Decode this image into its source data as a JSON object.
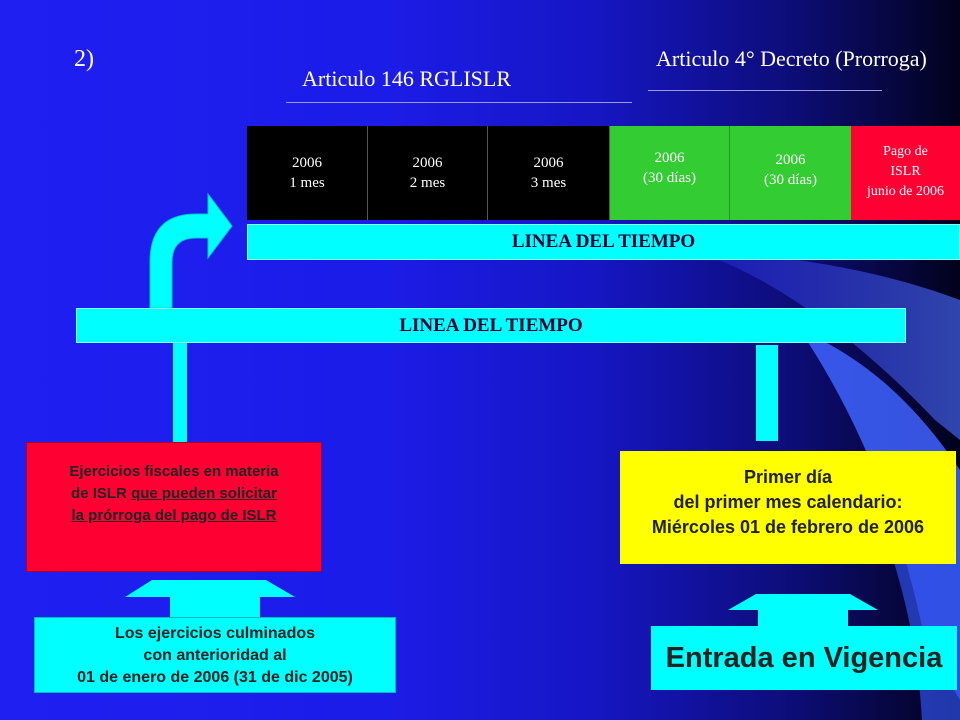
{
  "slide": {
    "number": "2)",
    "article_146": "Articulo 146 RGLISLR",
    "article_4": "Articulo 4° Decreto (Prorroga)"
  },
  "timeline_top": {
    "label": "LINEA DEL TIEMPO",
    "cells": [
      {
        "line1": "2006",
        "line2": "1 mes",
        "line3": ""
      },
      {
        "line1": "2006",
        "line2": "2 mes",
        "line3": ""
      },
      {
        "line1": "2006",
        "line2": "3 mes",
        "line3": ""
      },
      {
        "line1": "2006",
        "line2": "(30 días)",
        "line3": ""
      },
      {
        "line1": "2006",
        "line2": "(30 días)",
        "line3": ""
      },
      {
        "line1": "Pago de",
        "line2": "ISLR",
        "line3": "junio de 2006"
      }
    ]
  },
  "timeline_main": {
    "label": "LINEA DEL TIEMPO"
  },
  "left_box": {
    "line1": "Ejercicios fiscales en materia",
    "line2_plain": "de ISLR ",
    "line2_underlined": "que pueden solicitar",
    "line3": "la prórroga del pago de ISLR"
  },
  "right_box": {
    "line1": "Primer día",
    "line2": "del primer mes calendario:",
    "line3": "Miércoles 01 de febrero de 2006"
  },
  "bottom_left": {
    "line1": "Los ejercicios culminados",
    "line2": "con anterioridad al",
    "line3": "01 de enero de 2006 (31 de dic 2005)"
  },
  "bottom_right": {
    "label": "Entrada en Vigencia"
  },
  "colors": {
    "cyan": "#00ffff",
    "red": "#ff0033",
    "green": "#33cc33",
    "yellow": "#ffff00",
    "black": "#000000"
  }
}
